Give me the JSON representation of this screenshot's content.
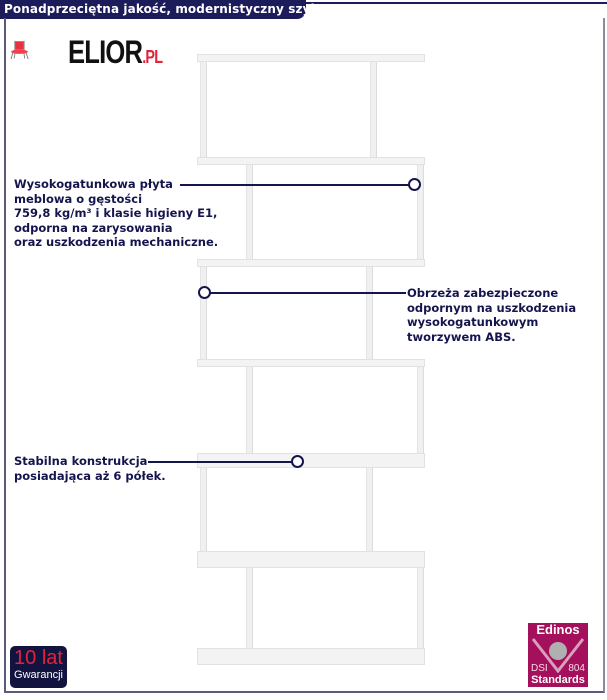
{
  "header": {
    "tagline": "Ponadprzeciętna jakość, modernistyczny szyk!"
  },
  "logo": {
    "brand": "ELIOR",
    "suffix": ".PL"
  },
  "callouts": [
    {
      "lines": [
        "Wysokogatunkowa płyta",
        "meblowa o gęstości",
        "759,8 kg/m³ i klasie higieny E1,",
        "odporna na zarysowania",
        "oraz uszkodzenia mechaniczne."
      ]
    },
    {
      "lines": [
        "Obrzeża zabezpieczone",
        "odpornym na uszkodzenia",
        "wysokogatunkowym",
        "tworzywem ABS."
      ]
    },
    {
      "lines": [
        "Stabilna konstrukcja",
        "posiadająca aż 6 półek."
      ]
    }
  ],
  "product": {
    "shelf_count": 6
  },
  "badges": {
    "warranty": {
      "years": "10 lat",
      "label": "Gwarancji"
    },
    "certificate": {
      "brand": "Edinos",
      "left": "DSI",
      "right": "804",
      "label": "Standards"
    }
  },
  "colors": {
    "navy": "#1c1c5a",
    "red": "#e0243c",
    "magenta": "#a5105c"
  }
}
